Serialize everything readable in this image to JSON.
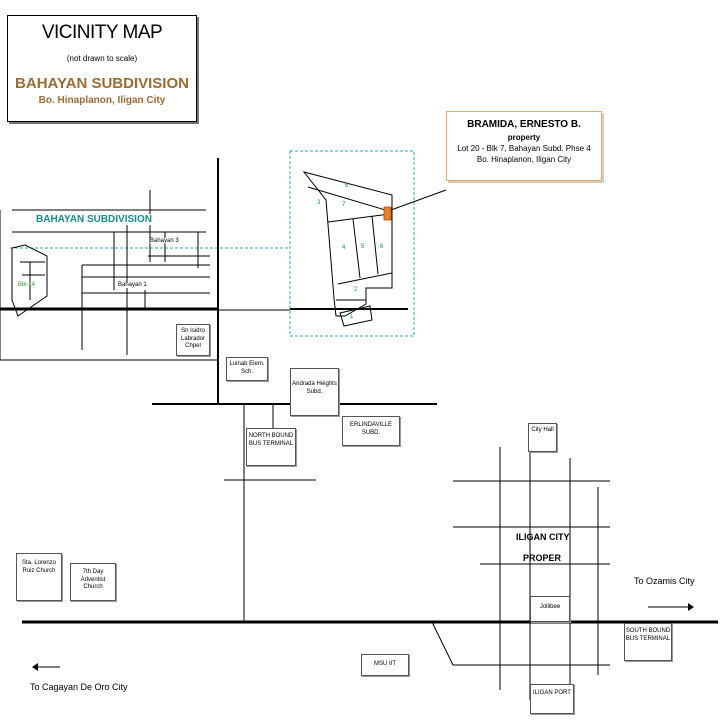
{
  "title_box": {
    "title": "VICINITY MAP",
    "note": "(not drawn to scale)",
    "subdivision": "BAHAYAN SUBDIVISION",
    "location": "Bo. Hinaplanon, Iligan City"
  },
  "property_box": {
    "owner": "BRAMIDA, ERNESTO B.",
    "label": "property",
    "lot": "Lot 20 - Blk 7, Bahayan Subd. Phse 4",
    "address": "Bo. Hinaplanon, Iligan City"
  },
  "inset_lots": [
    "6",
    "3",
    "7",
    "4",
    "5",
    "6",
    "2",
    "1"
  ],
  "street_labels": {
    "bahayan_subdivision": "BAHAYAN SUBDIVISION",
    "bahayan3": "Bahayan 3",
    "bahayan1": "Bahayan 1",
    "block14": "Blk-14"
  },
  "landmarks": {
    "chapel": "Sn Isidro Labrador Chpel",
    "school": "Luinab Elem. Sch.",
    "andrada": "Andrada Heights Subd.",
    "erlindaville": "ERLINDAVILLE SUBD.",
    "north_terminal": "NORTH BOUND BUS TERMINAL",
    "city_hall": "City Hall",
    "iligan_proper_1": "ILIGAN CITY",
    "iligan_proper_2": "PROPER",
    "sta_lorenzo": "Sta. Lorenzo Ruiz Church",
    "adventist": "7th Day Adventist Church",
    "jollibee": "Jollibee",
    "south_terminal": "SOUTH BOUND BUS TERMINAL",
    "msu_iit": "MSU IIT",
    "iligan_port": "ILIGAN PORT"
  },
  "directions": {
    "ozamis": "To Ozamis City",
    "cagayan": "To Cagayan De Oro City"
  },
  "colors": {
    "teal_label": "#1a8a8a",
    "brown_title": "#9b6b33",
    "property_fill": "#e87d2a",
    "property_border": "#f0a860",
    "green_label": "#2f9a2f",
    "inset_border": "#2aa7c0"
  }
}
